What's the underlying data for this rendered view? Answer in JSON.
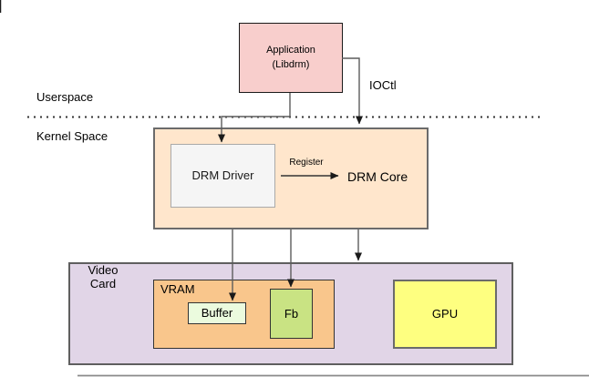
{
  "diagram": {
    "region_labels": {
      "userspace": "Userspace",
      "kernel_space": "Kernel Space"
    },
    "edge_labels": {
      "ioctl": "IOCtl",
      "register": "Register"
    },
    "nodes": {
      "application": {
        "line1": "Application",
        "line2": "(Libdrm)",
        "fill": "#f8cecc",
        "border": "#1a1a1a"
      },
      "kernel_box": {
        "fill": "#ffe6cc",
        "border": "#6b6b6b"
      },
      "drm_driver": {
        "label": "DRM Driver",
        "fill": "#f5f5f5",
        "border": "#a9a9a9"
      },
      "drm_core": {
        "label": "DRM Core"
      },
      "video_card": {
        "line1": "Video",
        "line2": "Card",
        "fill": "#e1d5e7",
        "border": "#5f5f5f"
      },
      "vram": {
        "label": "VRAM",
        "fill": "#f9c68c",
        "border": "#333333"
      },
      "buffer": {
        "label": "Buffer",
        "fill": "#ebfbde",
        "border": "#333333"
      },
      "fb": {
        "label": "Fb",
        "fill": "#c9e383",
        "border": "#333333"
      },
      "gpu": {
        "label": "GPU",
        "fill": "#feff80",
        "border": "#6b6b6b"
      }
    },
    "line_color": "#5c5c5c",
    "arrowhead_color": "#1a1a1a"
  }
}
